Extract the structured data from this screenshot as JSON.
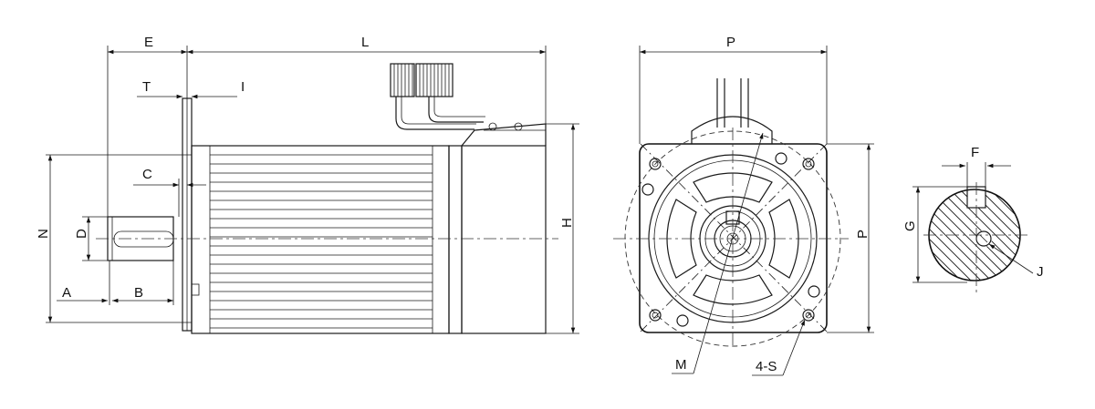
{
  "labels": {
    "E": "E",
    "L": "L",
    "T": "T",
    "I": "I",
    "C": "C",
    "N": "N",
    "D": "D",
    "A": "A",
    "B": "B",
    "H": "H",
    "P_top": "P",
    "P_side": "P",
    "M": "M",
    "S4": "4-S",
    "F": "F",
    "G": "G",
    "J": "J"
  }
}
